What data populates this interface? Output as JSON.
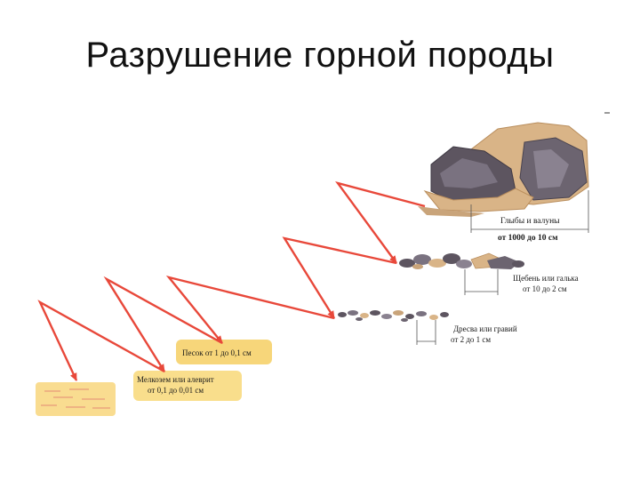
{
  "title": "Разрушение горной породы",
  "labels": {
    "boulders_name": "Глыбы и валуны",
    "boulders_size": "от 1000 до 10 см",
    "gravel_name": "Щебень или галька",
    "gravel_size": "от 10 до 2 см",
    "grit_name": "Дресва или гравий",
    "grit_size": "от 2 до 1 см",
    "sand": "Песок от 1 до 0,1 см",
    "silt_name": "Мелкозем или алеврит",
    "silt_size": "от 0,1 до 0,01 см"
  },
  "colors": {
    "arrow": "#e8483a",
    "sand_fill": "#f7d67a",
    "silt_fill": "#f9de8c",
    "clay_fill": "#f9dc90",
    "rock_dark": "#5d5560",
    "rock_tan": "#d9b487"
  }
}
